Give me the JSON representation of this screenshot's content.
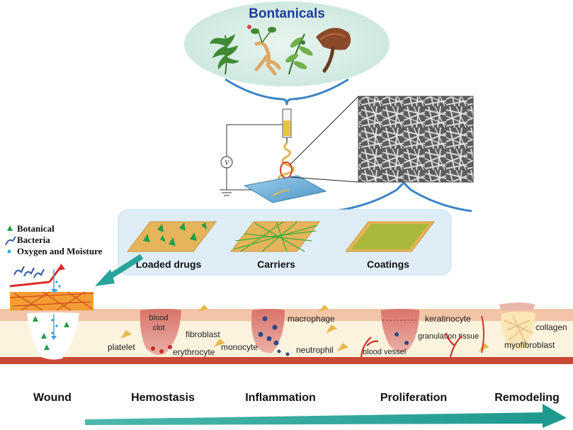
{
  "title": "Bontanicals",
  "forms": {
    "loaded_drugs": "Loaded drugs",
    "carriers": "Carriers",
    "coatings": "Coatings"
  },
  "electrospinning": {
    "voltage_symbol": "V"
  },
  "legend": {
    "botanical": "Botanical",
    "bacteria": "Bacteria",
    "oxygen_moisture": "Oxygen and Moisture"
  },
  "cell_labels": {
    "blood_clot_line1": "blood",
    "blood_clot_line2": "clot",
    "fibroblast": "fibroblast",
    "platelet": "platelet",
    "erythrocyte": "erythrocyte",
    "macrophage": "macrophage",
    "monocyte": "monocyte",
    "neutrophil": "neutrophil",
    "keratinocyte": "keratinocyte",
    "granulation_tissue": "granulation tissue",
    "blood_vessel": "blood vessel",
    "collagen": "collagen",
    "myofibroblast": "myofibroblast"
  },
  "stages": [
    "Wound",
    "Hemostasis",
    "Inflammation",
    "Proliferation",
    "Remodeling"
  ],
  "colors": {
    "accent_teal": "#2aa39a",
    "title_blue": "#1f3c99",
    "brace_blue": "#3b84c6",
    "panel_bg": "#dfeef6",
    "skin_top": "#f2c4a8",
    "dermis": "#fbf3de",
    "base_red": "#c94a35",
    "wound_pink": "#de8f84",
    "botanical_green": "#1f9e4a"
  }
}
